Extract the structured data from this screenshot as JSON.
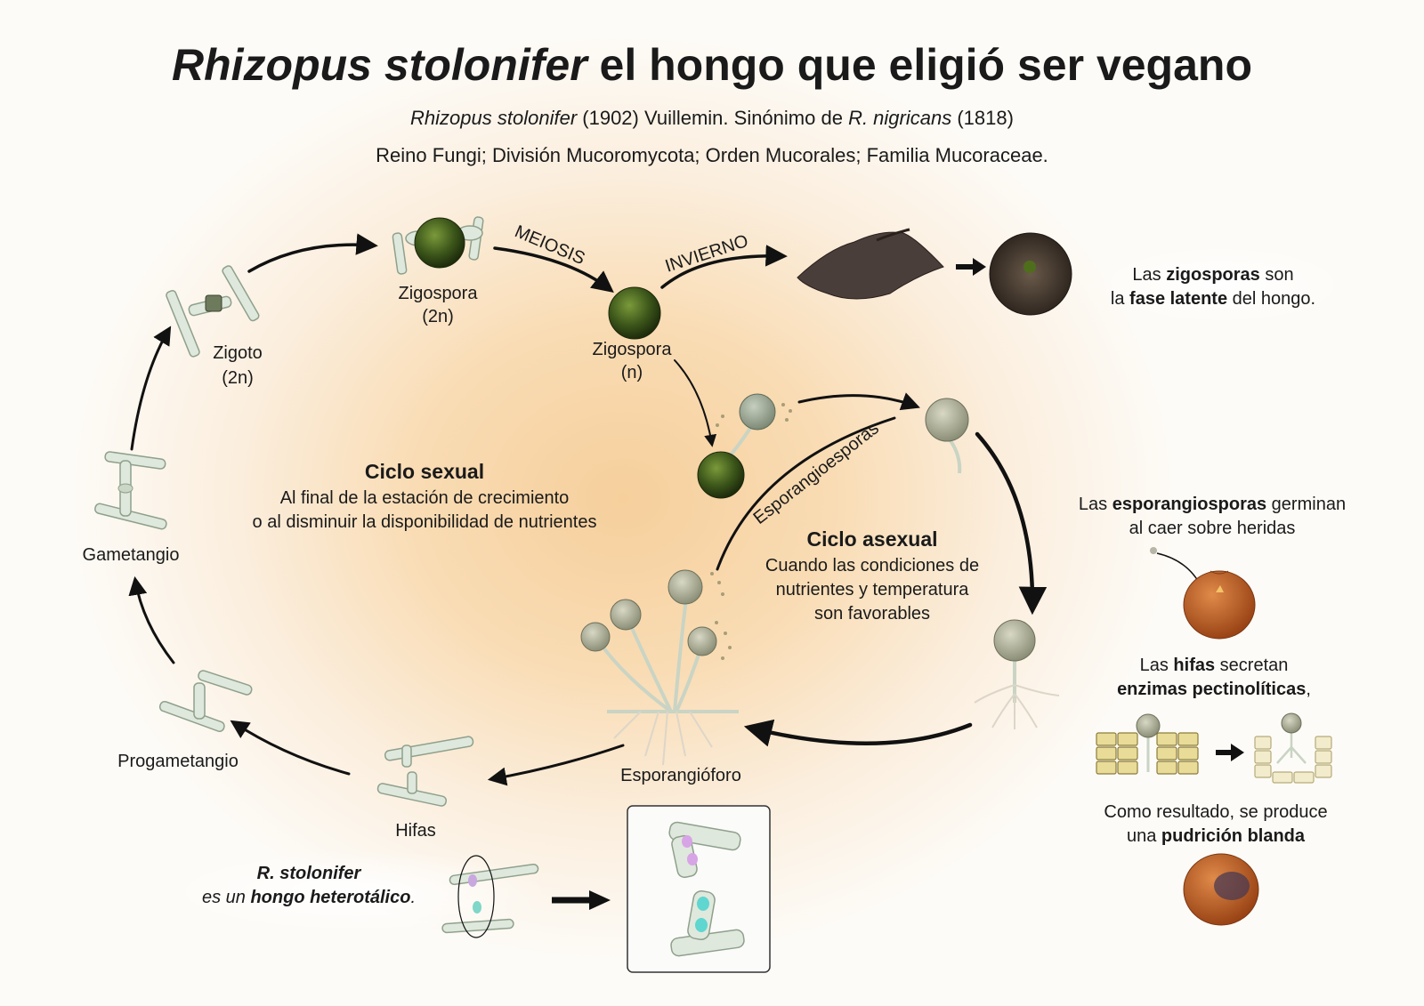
{
  "title": {
    "italic": "Rhizopus stolonifer",
    "rest": " el hongo que eligió ser vegano"
  },
  "subtitle1": {
    "italic1": "Rhizopus stolonifer",
    "text1": " (1902) Vuillemin. Sinónimo de ",
    "italic2": "R. nigricans",
    "text2": " (1818)"
  },
  "subtitle2": "Reino Fungi; División Mucoromycota; Orden Mucorales; Familia Mucoraceae.",
  "stages": {
    "zigospora_2n": [
      "Zigospora",
      "(2n)"
    ],
    "zigoto": [
      "Zigoto",
      "(2n)"
    ],
    "zigospora_n": [
      "Zigospora",
      "(n)"
    ],
    "gametangio": "Gametangio",
    "progametangio": "Progametangio",
    "hifas": "Hifas",
    "esporangioforo": "Esporangióforo"
  },
  "arrow_labels": {
    "meiosis": "MEIOSIS",
    "invierno": "INVIERNO",
    "esporangioesporas": "Esporangioesporas"
  },
  "sexual": {
    "title": "Ciclo sexual",
    "lines": [
      "Al final de la estación de crecimiento",
      "o al disminuir la disponibilidad de nutrientes"
    ]
  },
  "asexual": {
    "title": "Ciclo asexual",
    "lines": [
      "Cuando las condiciones de",
      "nutrientes y temperatura",
      "son favorables"
    ]
  },
  "latent": {
    "l1a": "Las ",
    "l1b": "zigosporas",
    "l1c": " son",
    "l2a": "la ",
    "l2b": "fase latente",
    "l2c": " del hongo."
  },
  "germinan": {
    "l1a": "Las ",
    "l1b": "esporangiosporas",
    "l1c": " germinan",
    "l2": "al caer sobre heridas"
  },
  "hifas_note": {
    "l1a": "Las ",
    "l1b": "hifas",
    "l1c": " secretan",
    "l2b": "enzimas pectinolíticas",
    "l2c": ","
  },
  "resultado": {
    "l1": "Como resultado, se produce",
    "l2a": "una ",
    "l2b": "pudrición blanda"
  },
  "heterotalico": {
    "l1": "R. stolonifer",
    "l2a": "es un ",
    "l2b": "hongo heterotálico",
    "l2c": "."
  },
  "colors": {
    "arrow": "#111111",
    "hypha": "#dfe8dc",
    "zygospore": "#3f5a1e",
    "fruit": "#c0622a",
    "background_center": "#f6cf9c"
  }
}
